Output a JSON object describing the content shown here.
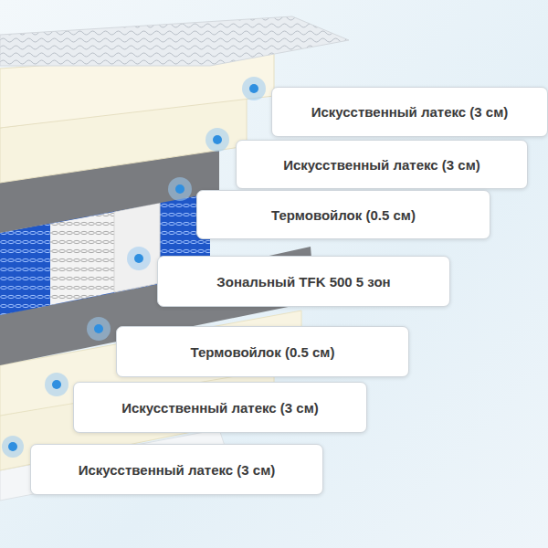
{
  "diagram": {
    "nodes": [
      {
        "text": [
          "Искусственный латекс (3 см)"
        ]
      },
      {
        "text": [
          "Искусственный латекс (3 см)"
        ]
      },
      {
        "text": [
          "Термовойлок (0.5 см)"
        ]
      },
      {
        "text": [
          "Зональный TFK 500 5 зон"
        ]
      },
      {
        "text": [
          "Термовойлок (0.5 см)"
        ]
      },
      {
        "text": [
          "Искусственный латекс (3 см)"
        ]
      },
      {
        "text": [
          "Искусственный латекс (3 см)"
        ]
      }
    ]
  }
}
